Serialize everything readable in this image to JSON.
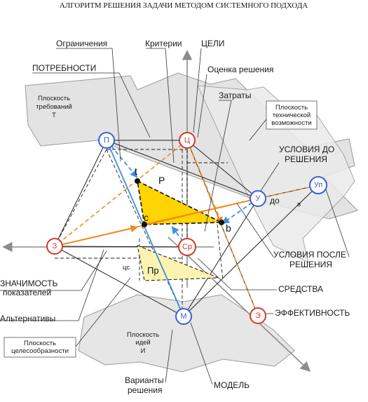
{
  "title": "АЛГОРИТМ РЕШЕНИЯ ЗАДАЧИ МЕТОДОМ СИСТЕМНОГО ПОДХОДА",
  "labels": {
    "ogranicheniya": "Ограничения",
    "kriterii": "Критерии",
    "tseli": "ЦЕЛИ",
    "potrebnosti": "ПОТРЕБНОСТИ",
    "otsenka": "Оценка решения",
    "zatraty": "Затраты",
    "usloviya_do_1": "УСЛОВИЯ ДО",
    "usloviya_do_2": "РЕШЕНИЯ",
    "usloviya_posle_1": "УСЛОВИЯ ПОСЛЕ",
    "usloviya_posle_2": "РЕШЕНИЯ",
    "sredstva": "СРЕДСТВА",
    "effektivnost": "ЭФФЕКТИВНОСТЬ",
    "znachimost_1": "ЗНАЧИМОСТЬ",
    "znachimost_2": "показателей",
    "alternativy": "Альтернативы",
    "varianty_1": "Варианты",
    "varianty_2": "решения",
    "model": "МОДЕЛЬ"
  },
  "boxes": {
    "trebovaniy": [
      "Плоскость",
      "требований",
      "Т"
    ],
    "tekhnicheskoy": [
      "Плоскость",
      "технической",
      "возможности"
    ],
    "idey": [
      "Плоскость",
      "идей",
      "И"
    ],
    "tselesoobraznosti": [
      "Плоскость",
      "целесообразности"
    ]
  },
  "nodes": {
    "P": "П",
    "Ts": "Ц",
    "U": "У",
    "Up": "Уп",
    "Z": "З",
    "Sr": "Ср",
    "M": "М",
    "E": "Э"
  },
  "point_labels": {
    "t": "t",
    "c": "c",
    "b": "b",
    "P": "P",
    "Pr": "Пр",
    "tss": "цс",
    "do": "до",
    "v": "в"
  },
  "colors": {
    "blue_node": "#3a5fd6",
    "red_node": "#d23a2a",
    "orange": "#f08a1c",
    "light_blue": "#3f8fe0",
    "yellow_fill": "#ffd400",
    "pale_yellow": "#fdf3b0",
    "plane_gray": "#e3e3e3",
    "axis_gray": "#8c8c8c"
  }
}
